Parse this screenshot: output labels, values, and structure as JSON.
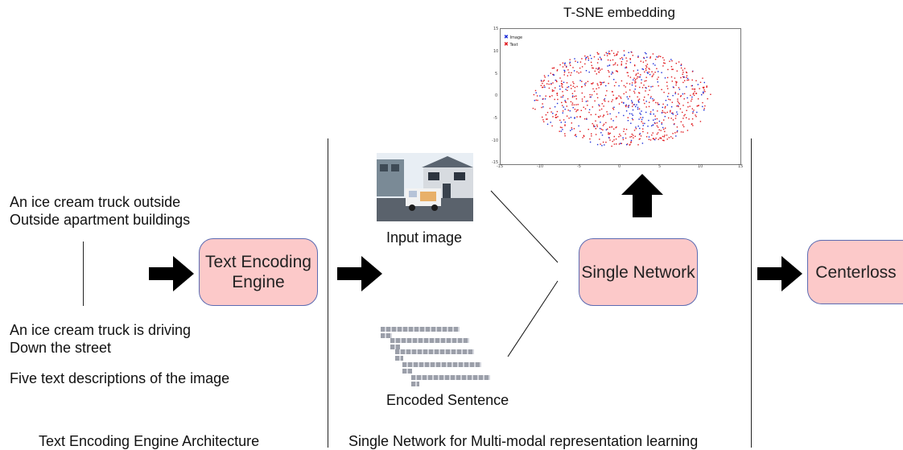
{
  "left": {
    "caption_top_1": "An ice cream truck outside",
    "caption_top_2": "Outside apartment buildings",
    "caption_bottom_1": "An ice cream truck is driving",
    "caption_bottom_2": "Down the street",
    "five_descriptions": "Five text descriptions of the image",
    "box_label": "Text Encoding Engine",
    "section_title": "Text Encoding Engine Architecture"
  },
  "middle": {
    "input_image_label": "Input image",
    "encoded_sentence_label": "Encoded Sentence",
    "network_box_label": "Single Network",
    "section_title": "Single Network for Multi-modal representation learning"
  },
  "tsne": {
    "title": "T-SNE embedding",
    "legend": [
      "Image",
      "Text"
    ],
    "legend_colors": [
      "#1a2bd8",
      "#e0191e"
    ],
    "x_ticks": [
      "-15",
      "-10",
      "-5",
      "0",
      "5",
      "10",
      "15"
    ],
    "y_ticks": [
      "15",
      "10",
      "5",
      "0",
      "-5",
      "-10",
      "-15"
    ]
  },
  "right": {
    "box_label": "Centerloss"
  },
  "colors": {
    "box_fill": "#fcc9c9",
    "box_border": "#5b6bb2",
    "arrow": "#000000"
  }
}
